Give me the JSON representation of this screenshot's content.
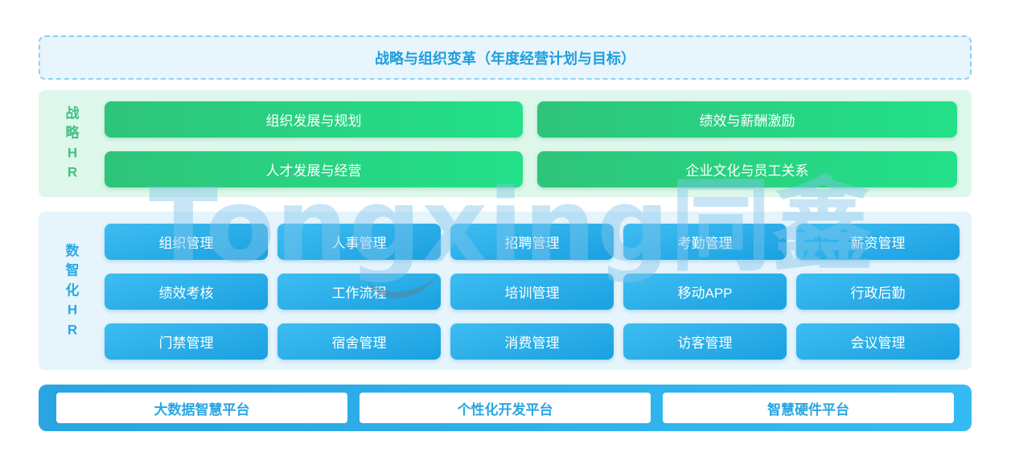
{
  "top_banner": {
    "label": "战略与组织变革（年度经营计划与目标）"
  },
  "strategy_section": {
    "label": "战略HR",
    "label_chars": [
      "战",
      "略",
      "H",
      "R"
    ],
    "buttons": [
      "组织发展与规划",
      "绩效与薪酬激励",
      "人才发展与经营",
      "企业文化与员工关系"
    ]
  },
  "digital_section": {
    "label": "数智化HR",
    "label_chars": [
      "数",
      "智",
      "化",
      "H",
      "R"
    ],
    "buttons": [
      "组织管理",
      "人事管理",
      "招聘管理",
      "考勤管理",
      "薪资管理",
      "绩效考核",
      "工作流程",
      "培训管理",
      "移动APP",
      "行政后勤",
      "门禁管理",
      "宿舍管理",
      "消费管理",
      "访客管理",
      "会议管理"
    ]
  },
  "platform_bar": {
    "buttons": [
      "大数据智慧平台",
      "个性化开发平台",
      "智慧硬件平台"
    ]
  },
  "watermark": {
    "text": "Tongxing同鑫"
  },
  "colors": {
    "banner_text": "#1e9edd",
    "banner_bg": "#e9f5fd",
    "banner_border": "#8fd0f0",
    "strategy_bg": "#ddf7ea",
    "strategy_label": "#41c083",
    "green_chip_start": "#2ec47a",
    "green_chip_end": "#23e189",
    "digital_bg": "#e6f4fc",
    "digital_label": "#2ca9e3",
    "blue_chip_start": "#3ebdf1",
    "blue_chip_end": "#1aa0e1",
    "platform_bar_start": "#29a5e1",
    "platform_bar_end": "#34bbf4",
    "platform_text": "#29a6e1"
  }
}
